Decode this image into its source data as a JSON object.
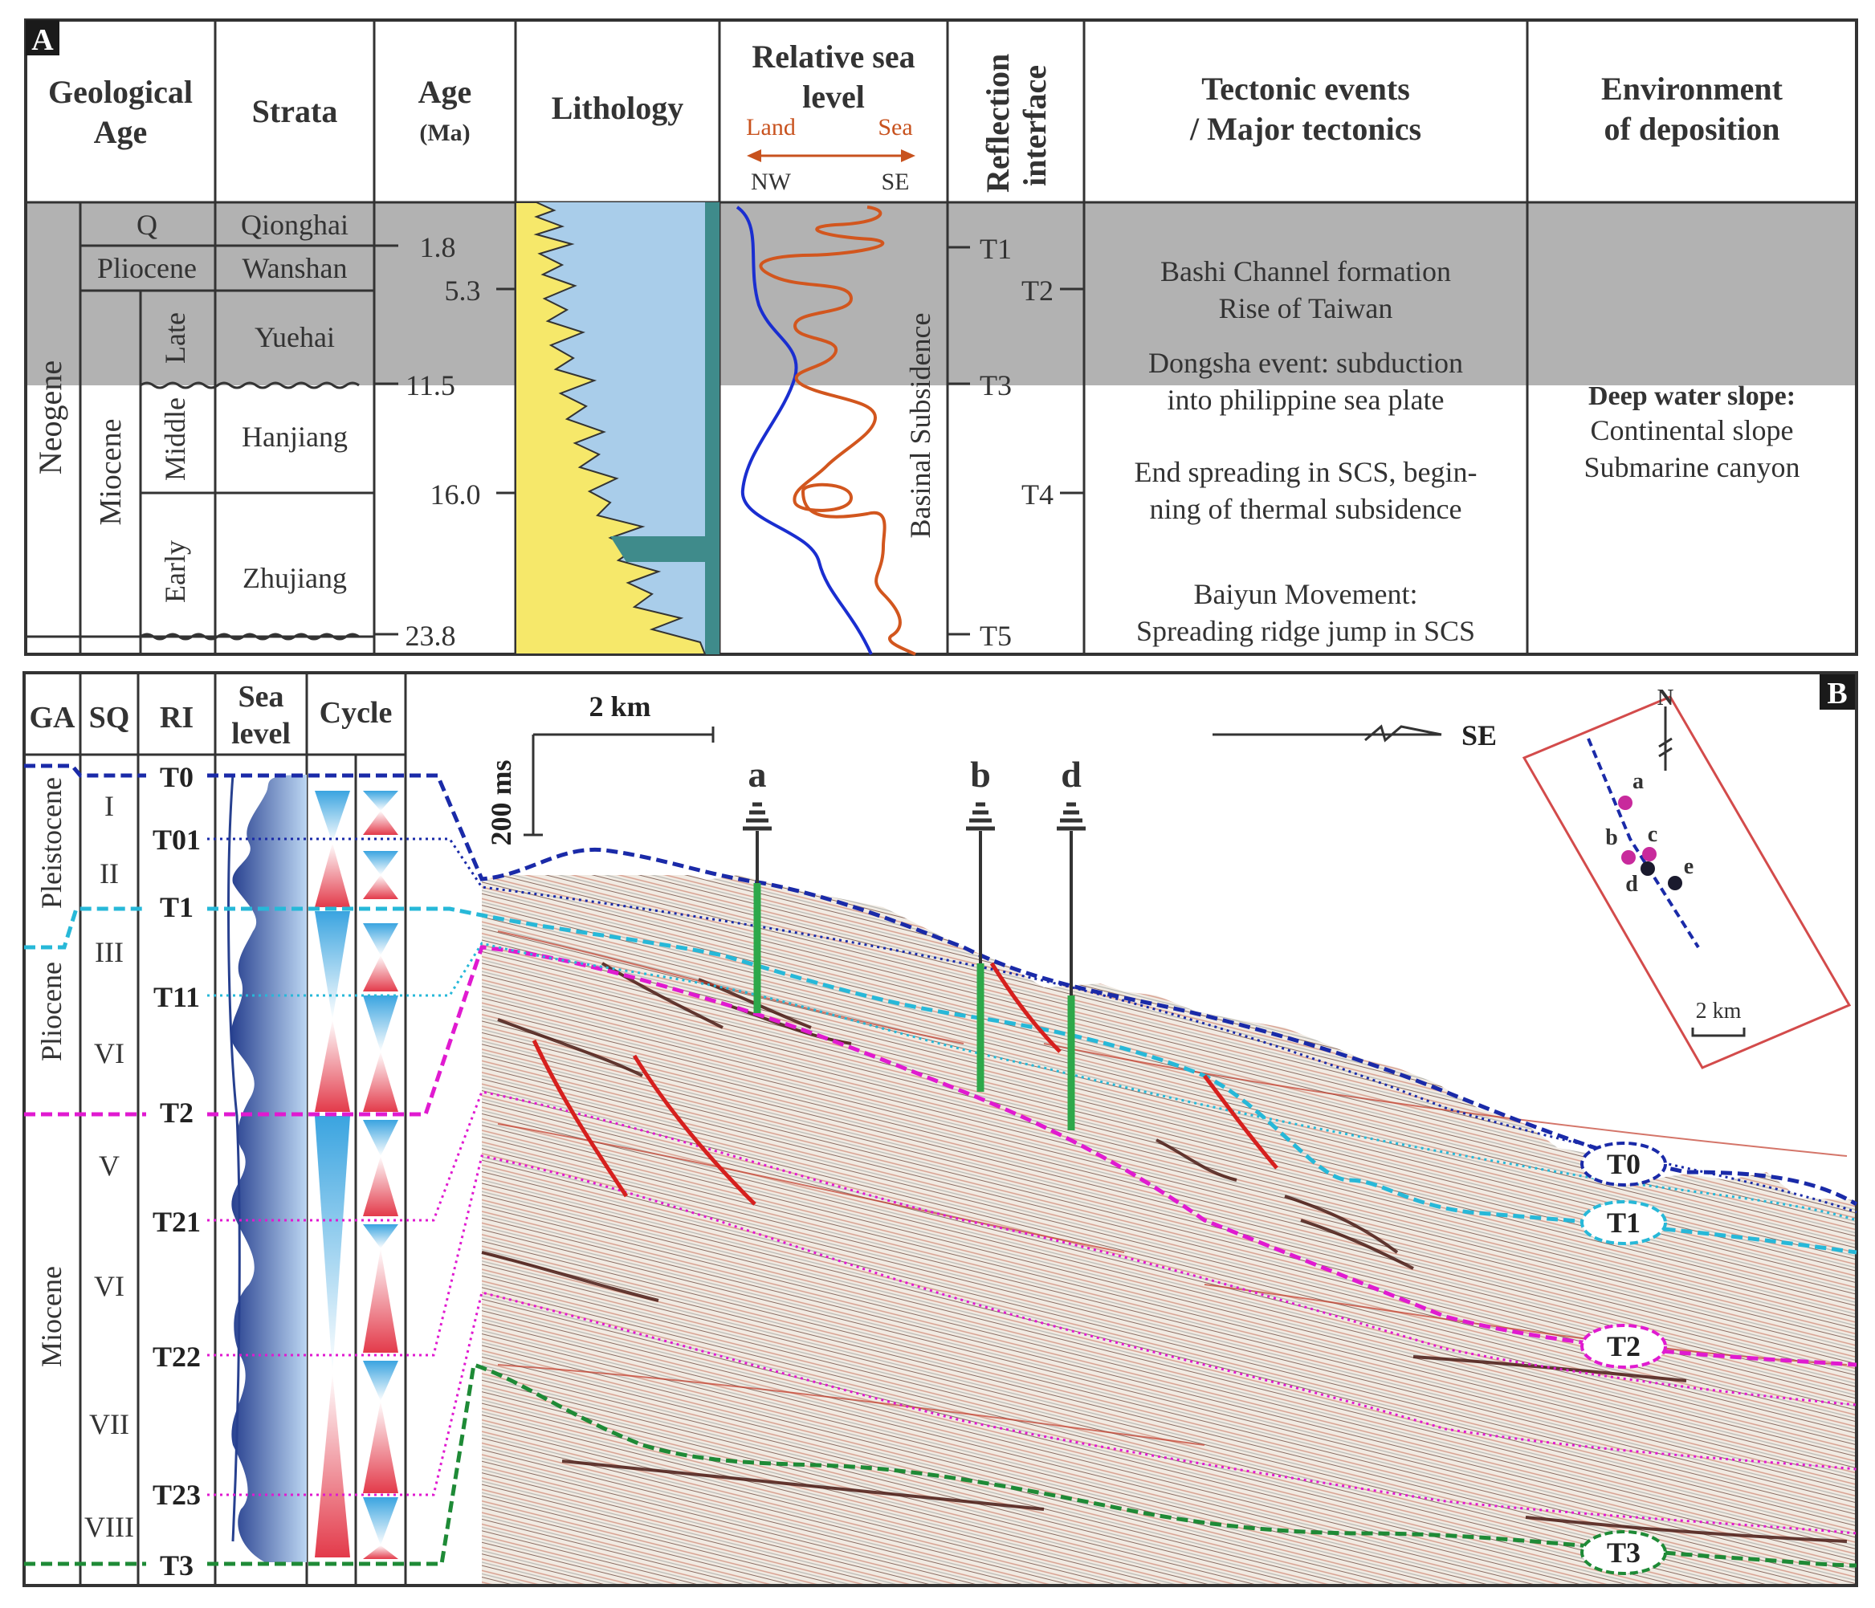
{
  "panel_a": {
    "label": "A",
    "headers": {
      "geological_age": [
        "Geological",
        "Age"
      ],
      "strata": "Strata",
      "age": "Age",
      "age_unit": "(Ma)",
      "lithology": "Lithology",
      "sea_level": [
        "Relative sea",
        "level"
      ],
      "land": "Land",
      "sea": "Sea",
      "nw": "NW",
      "se": "SE",
      "reflection": [
        "Reflection",
        "interface"
      ],
      "tectonic": [
        "Tectonic events",
        "/ Major tectonics"
      ],
      "environment": [
        "Environment",
        "of deposition"
      ]
    },
    "neogene": "Neogene",
    "q": "Q",
    "pliocene": "Pliocene",
    "miocene": "Miocene",
    "late": "Late",
    "middle": "Middle",
    "early": "Early",
    "strata": [
      "Qionghai",
      "Wanshan",
      "Yuehai",
      "Hanjiang",
      "Zhujiang"
    ],
    "ages": [
      "1.8",
      "5.3",
      "11.5",
      "16.0",
      "23.8"
    ],
    "basinal_subsidence": "Basinal Subsidence",
    "reflections": [
      "T1",
      "T2",
      "T3",
      "T4",
      "T5"
    ],
    "tectonic_lines": [
      "Bashi Channel formation",
      "Rise of Taiwan",
      "Dongsha event: subduction",
      "into philippine sea plate",
      "End spreading in SCS, begin-",
      "ning of thermal subsidence",
      "Baiyun Movement:",
      "Spreading ridge jump in SCS"
    ],
    "environment": {
      "title": "Deep water slope:",
      "lines": [
        "Continental slope",
        "Submarine canyon"
      ]
    }
  },
  "panel_b": {
    "label": "B",
    "headers": {
      "ga": "GA",
      "sq": "SQ",
      "ri": "RI",
      "sea": "Sea",
      "level": "level",
      "cycle": "Cycle"
    },
    "epochs": [
      "Pleistocene",
      "Pliocene",
      "Miocene"
    ],
    "sequences": [
      "I",
      "II",
      "III",
      "VI",
      "V",
      "VI",
      "VII",
      "VIII"
    ],
    "ri_labels": [
      "T0",
      "T01",
      "T1",
      "T11",
      "T2",
      "T21",
      "T22",
      "T23",
      "T3"
    ],
    "scale": "2 km",
    "time_scale": "200 ms",
    "direction": "SE",
    "wells": [
      "a",
      "b",
      "d"
    ],
    "horizon_labels": [
      "T0",
      "T1",
      "T2",
      "T3"
    ],
    "inset": {
      "north": "N",
      "wells": [
        "a",
        "b",
        "c",
        "d",
        "e"
      ],
      "scale": "2 km"
    }
  }
}
